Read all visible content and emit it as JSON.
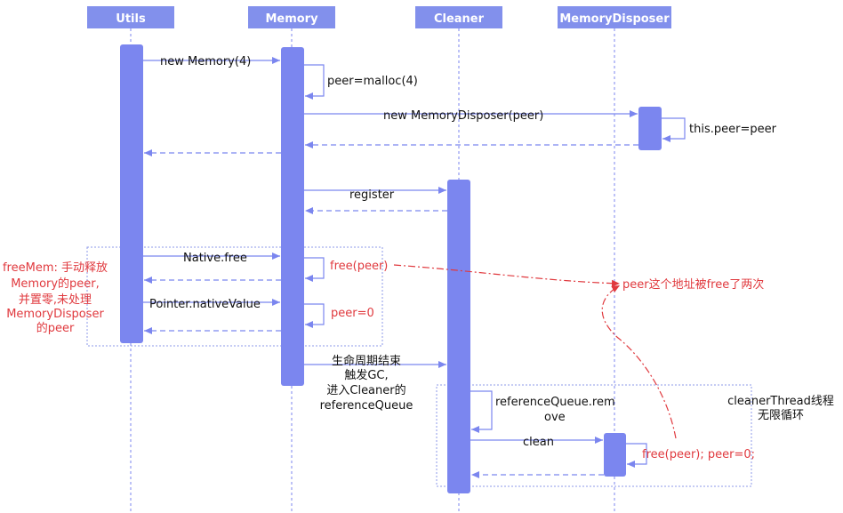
{
  "colors": {
    "actor_fill": "#8290ec",
    "activation_fill": "#7b86ef",
    "lifeline": "#7b86ef",
    "arrow": "#7b86ef",
    "frame": "#8e98e8",
    "highlight": "#e0393e",
    "text": "#111111"
  },
  "actors": {
    "utils": "Utils",
    "memory": "Memory",
    "cleaner": "Cleaner",
    "memory_disposer": "MemoryDisposer"
  },
  "messages": {
    "new_memory": "new Memory(4)",
    "peer_malloc": "peer=malloc(4)",
    "new_memory_disposer": "new MemoryDisposer(peer)",
    "this_peer": "this.peer=peer",
    "register": "register",
    "native_free": "Native.free",
    "free_peer": "free(peer)",
    "pointer_native_value": "Pointer.nativeValue",
    "peer_zero": "peer=0",
    "lifecycle_end": [
      "生命周期结束",
      "触发GC,",
      "进入Cleaner的",
      "referenceQueue"
    ],
    "reference_queue_remove": [
      "referenceQueue.rem",
      "ove"
    ],
    "clean": "clean",
    "free_peer_zero": "free(peer); peer=0;"
  },
  "notes": {
    "free_mem": [
      "freeMem: 手动释放",
      "Memory的peer,",
      "并置零,未处理",
      "MemoryDisposer",
      "的peer"
    ],
    "double_free": "peer这个地址被free了两次",
    "cleaner_thread": [
      "cleanerThread线程",
      "无限循环"
    ]
  }
}
